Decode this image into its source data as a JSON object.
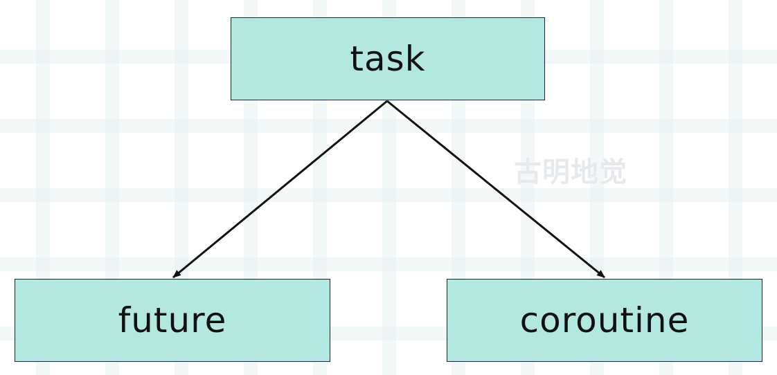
{
  "diagram": {
    "nodes": [
      {
        "id": "task",
        "label": "task"
      },
      {
        "id": "future",
        "label": "future"
      },
      {
        "id": "coroutine",
        "label": "coroutine"
      }
    ],
    "edges": [
      {
        "from": "task",
        "to": "future"
      },
      {
        "from": "task",
        "to": "coroutine"
      }
    ],
    "node_fill": "#b3e8e0",
    "node_border": "#1b2440",
    "edge_color": "#111111"
  },
  "watermark": "古明地觉"
}
